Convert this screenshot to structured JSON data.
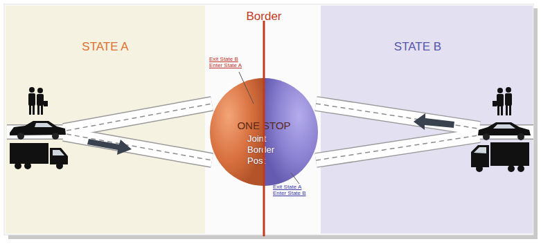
{
  "diagram": {
    "nodes": [
      {
        "text": [
          "STATE A"
        ]
      },
      {
        "text": [
          "ONE STOP",
          "Joint Border Post"
        ]
      },
      {
        "text": [
          "STATE B"
        ]
      }
    ],
    "labels": [
      "Border",
      "Exit State B Enter State A",
      "Exit State A Enter State B"
    ]
  }
}
